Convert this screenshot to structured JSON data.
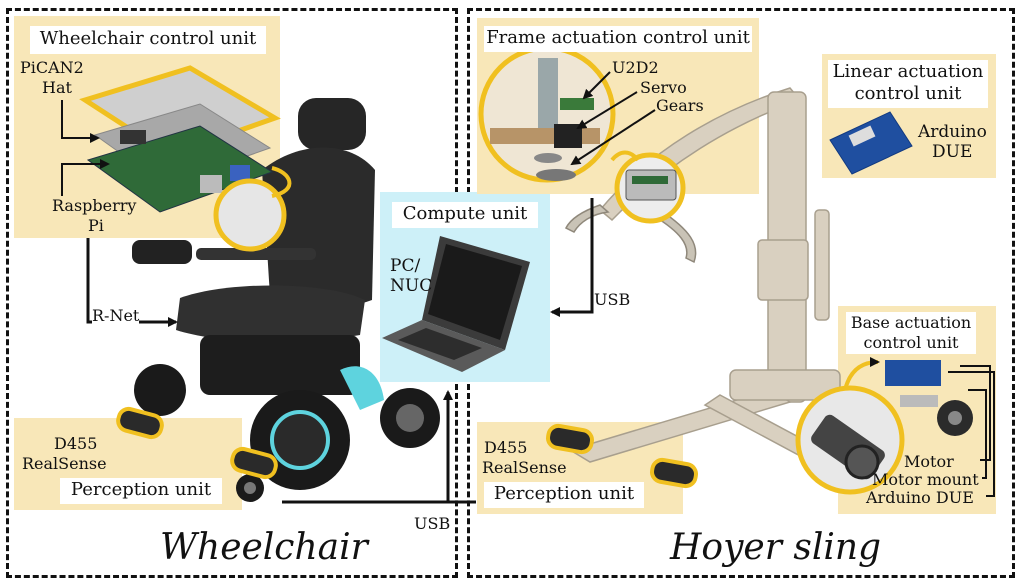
{
  "sections": {
    "left_title": "Wheelchair",
    "right_title": "Hoyer sling"
  },
  "wheelchair_control": {
    "title": "Wheelchair control unit",
    "pican": "PiCAN2",
    "hat": "Hat",
    "raspberry": "Raspberry",
    "pi": "Pi"
  },
  "compute": {
    "title": "Compute unit",
    "pc": "PC/",
    "nuc": "NUC"
  },
  "frame_actuation": {
    "title": "Frame actuation control unit",
    "u2d2": "U2D2",
    "servo": "Servo",
    "gears": "Gears"
  },
  "linear_actuation": {
    "line1": "Linear actuation",
    "line2": "control unit",
    "arduino": "Arduino",
    "due": "DUE"
  },
  "base_actuation": {
    "line1": "Base actuation",
    "line2": "control unit",
    "motor": "Motor",
    "motor_mount": "Motor mount",
    "arduino_due": "Arduino DUE"
  },
  "perception_left": {
    "title": "Perception unit",
    "d455": "D455",
    "realsense": "RealSense"
  },
  "perception_right": {
    "title": "Perception unit",
    "d455": "D455",
    "realsense": "RealSense"
  },
  "connections": {
    "rnet": "R-Net",
    "usb_top": "USB",
    "usb_bottom": "USB"
  },
  "colors": {
    "panel": "#f8e7b8",
    "compute_panel": "#cdf0f8",
    "highlight": "#f0c020"
  }
}
